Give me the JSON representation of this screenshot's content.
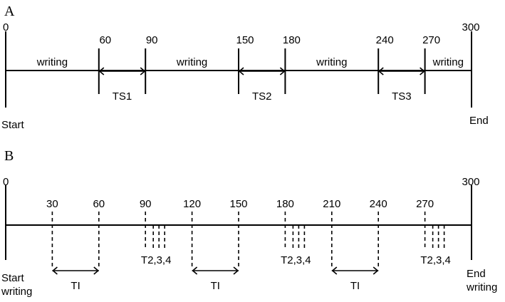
{
  "panel_a": {
    "label": "A",
    "ticks": [
      {
        "t": 0,
        "label": "0"
      },
      {
        "t": 60,
        "label": "60"
      },
      {
        "t": 90,
        "label": "90"
      },
      {
        "t": 150,
        "label": "150"
      },
      {
        "t": 180,
        "label": "180"
      },
      {
        "t": 240,
        "label": "240"
      },
      {
        "t": 270,
        "label": "270"
      },
      {
        "t": 300,
        "label": "300"
      }
    ],
    "segments": [
      {
        "from": 0,
        "to": 60,
        "label": "writing"
      },
      {
        "from": 90,
        "to": 150,
        "label": "writing"
      },
      {
        "from": 180,
        "to": 240,
        "label": "writing"
      },
      {
        "from": 270,
        "to": 300,
        "label": "writing"
      }
    ],
    "intervals": [
      {
        "from": 60,
        "to": 90,
        "label": "TS1"
      },
      {
        "from": 150,
        "to": 180,
        "label": "TS2"
      },
      {
        "from": 240,
        "to": 270,
        "label": "TS3"
      }
    ],
    "start_label": "Start",
    "end_label": "End"
  },
  "panel_b": {
    "label": "B",
    "end_ticks": [
      {
        "t": 0,
        "label": "0"
      },
      {
        "t": 300,
        "label": "300"
      }
    ],
    "dashed_marks": [
      {
        "t": 30,
        "label": "30"
      },
      {
        "t": 60,
        "label": "60"
      },
      {
        "t": 90,
        "label": "90"
      },
      {
        "t": 120,
        "label": "120"
      },
      {
        "t": 150,
        "label": "150"
      },
      {
        "t": 180,
        "label": "180"
      },
      {
        "t": 210,
        "label": "210"
      },
      {
        "t": 240,
        "label": "240"
      },
      {
        "t": 270,
        "label": "270"
      }
    ],
    "probe_groups": [
      {
        "t": 90,
        "label": "T2,3,4"
      },
      {
        "t": 180,
        "label": "T2,3,4"
      },
      {
        "t": 270,
        "label": "T2,3,4"
      }
    ],
    "intervals": [
      {
        "from": 30,
        "to": 60,
        "label": "TI"
      },
      {
        "from": 120,
        "to": 150,
        "label": "TI"
      },
      {
        "from": 210,
        "to": 240,
        "label": "TI"
      }
    ],
    "start_label_1": "Start",
    "start_label_2": "writing",
    "end_label_1": "End",
    "end_label_2": "writing"
  }
}
